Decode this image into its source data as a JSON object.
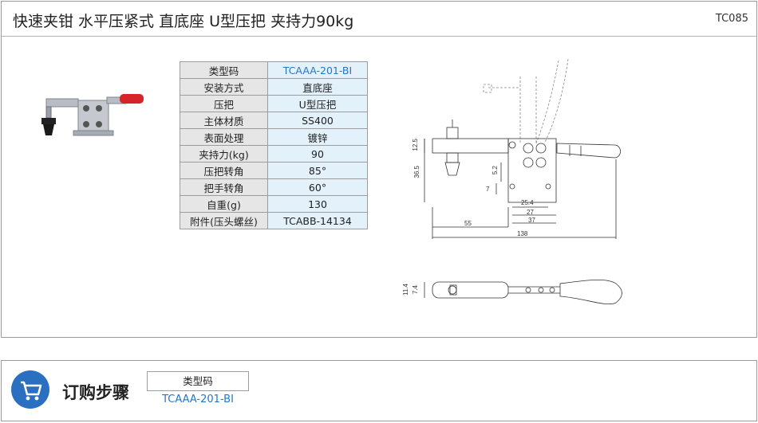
{
  "header": {
    "title": "快速夹钳  水平压紧式  直底座  U型压把  夹持力90kg",
    "code": "TC085"
  },
  "specs": [
    {
      "key": "类型码",
      "value": "TCAAA-201-BI"
    },
    {
      "key": "安装方式",
      "value": "直底座"
    },
    {
      "key": "压把",
      "value": "U型压把"
    },
    {
      "key": "主体材质",
      "value": "SS400"
    },
    {
      "key": "表面处理",
      "value": "镀锌"
    },
    {
      "key": "夹持力(kg)",
      "value": "90"
    },
    {
      "key": "压把转角",
      "value": "85°"
    },
    {
      "key": "把手转角",
      "value": "60°"
    },
    {
      "key": "自重(g)",
      "value": "130"
    },
    {
      "key": "附件(压头螺丝)",
      "value": "TCABB-14134"
    }
  ],
  "dimensions": {
    "d12_5": "12.5",
    "d36_5": "36.5",
    "d5_2": "5.2",
    "d7": "7",
    "d25_4": "25.4",
    "d27": "27",
    "d37": "37",
    "d55": "55",
    "d138": "138",
    "d11_4": "11.4",
    "d7_4": "7.4"
  },
  "order": {
    "title": "订购步骤",
    "label": "类型码",
    "value": "TCAAA-201-BI"
  },
  "colors": {
    "accent": "#1f78c8",
    "cart": "#2a6fc0",
    "handle": "#d6252a"
  }
}
